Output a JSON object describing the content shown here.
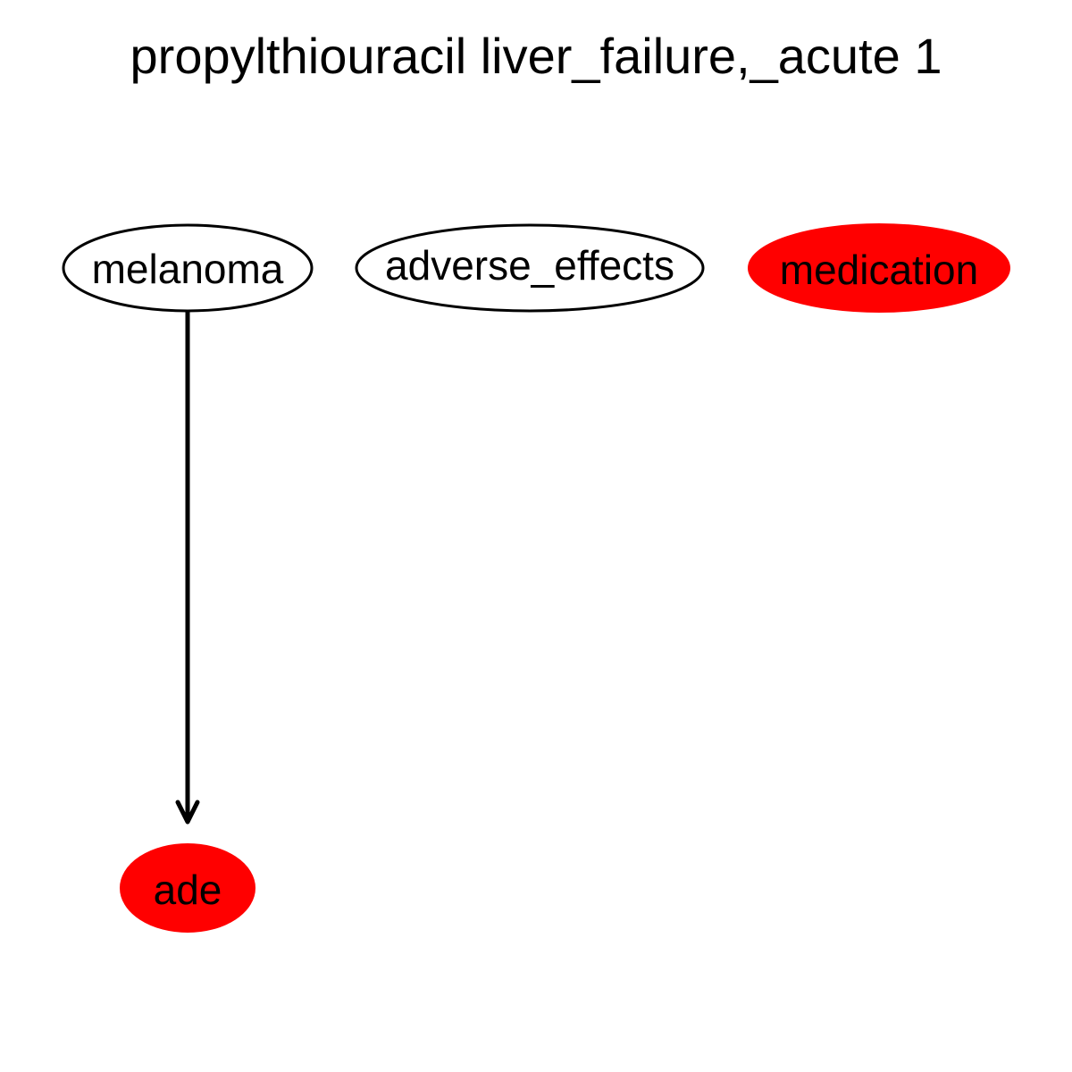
{
  "title": "propylthiouracil liver_failure,_acute 1",
  "nodes": {
    "melanoma": {
      "label": "melanoma",
      "fill": "#ffffff",
      "stroke": "#000000"
    },
    "adverse_effects": {
      "label": "adverse_effects",
      "fill": "#ffffff",
      "stroke": "#000000"
    },
    "medication": {
      "label": "medication",
      "fill": "#ff0000",
      "stroke": "#ff0000"
    },
    "ade": {
      "label": "ade",
      "fill": "#ff0000",
      "stroke": "#ff0000"
    }
  },
  "edges": [
    {
      "from": "melanoma",
      "to": "ade",
      "color": "#000000"
    }
  ]
}
